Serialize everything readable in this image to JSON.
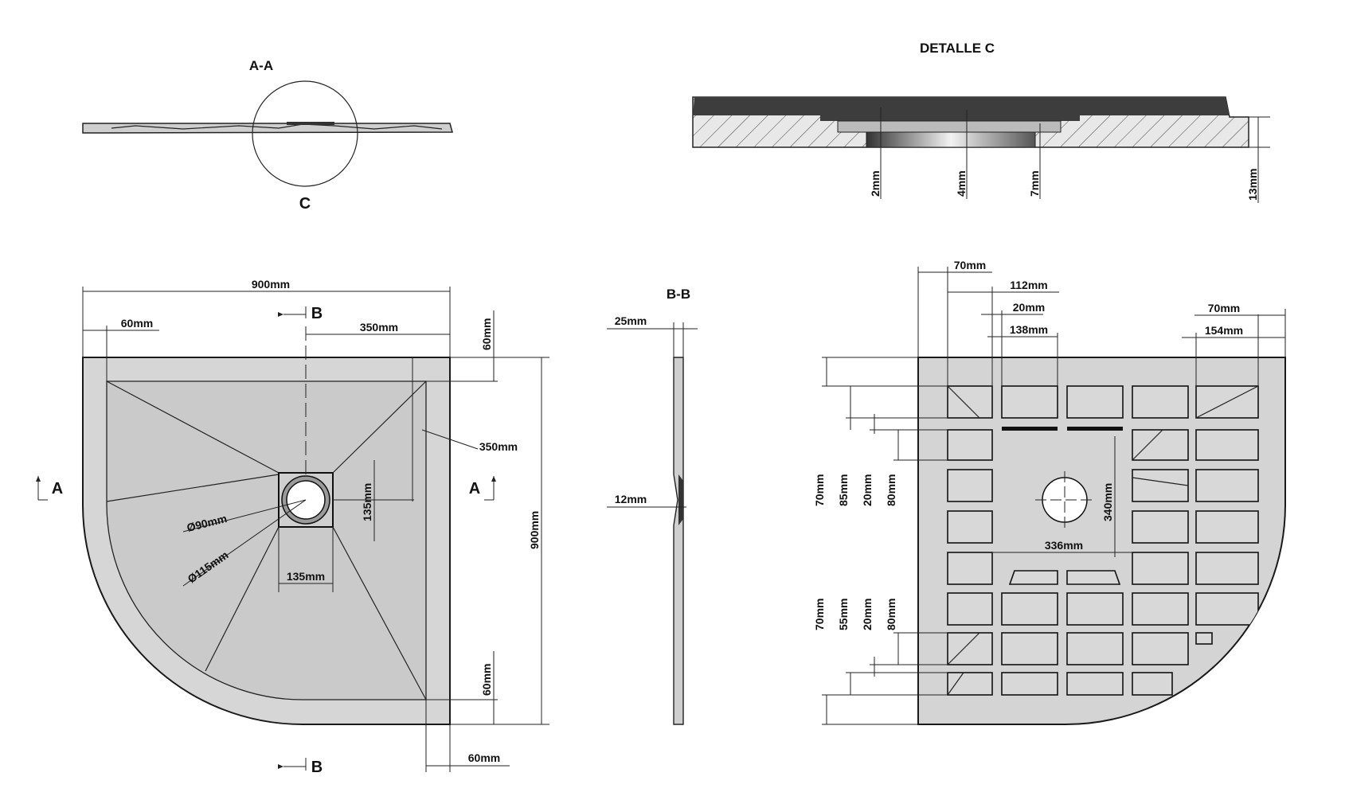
{
  "views": {
    "section_aa": {
      "title": "A-A",
      "detail_marker": "C"
    },
    "detail_c": {
      "title": "DETALLE   C",
      "dims": [
        "2mm",
        "4mm",
        "7mm",
        "13mm"
      ]
    },
    "plan_top": {
      "width": "900mm",
      "height": "900mm",
      "border_left": "60mm",
      "border_top": "60mm",
      "border_bottom": "60mm",
      "border_right": "60mm",
      "drain_offset_x": "350mm",
      "drain_offset_y": "350mm",
      "drain_outer": "Ø90mm",
      "drain_inner": "Ø115mm",
      "drain_box_w": "135mm",
      "drain_box_h": "135mm",
      "section_b": "B",
      "section_a": "A"
    },
    "section_bb": {
      "title": "B-B",
      "dim_top": "25mm",
      "dim_mid": "12mm"
    },
    "plan_bottom": {
      "top_dims": [
        "70mm",
        "112mm",
        "20mm",
        "138mm"
      ],
      "right_top_dims": [
        "70mm",
        "154mm"
      ],
      "left_dims_upper": [
        "70mm",
        "85mm",
        "20mm",
        "80mm"
      ],
      "left_dims_lower": [
        "70mm",
        "55mm",
        "20mm",
        "80mm"
      ],
      "inner_h": "340mm",
      "inner_w": "336mm"
    }
  },
  "colors": {
    "tray": "#d6d6d6",
    "tray_inner": "#c9c9c9",
    "line": "#1a1a1a",
    "dark": "#3a3a3a"
  }
}
